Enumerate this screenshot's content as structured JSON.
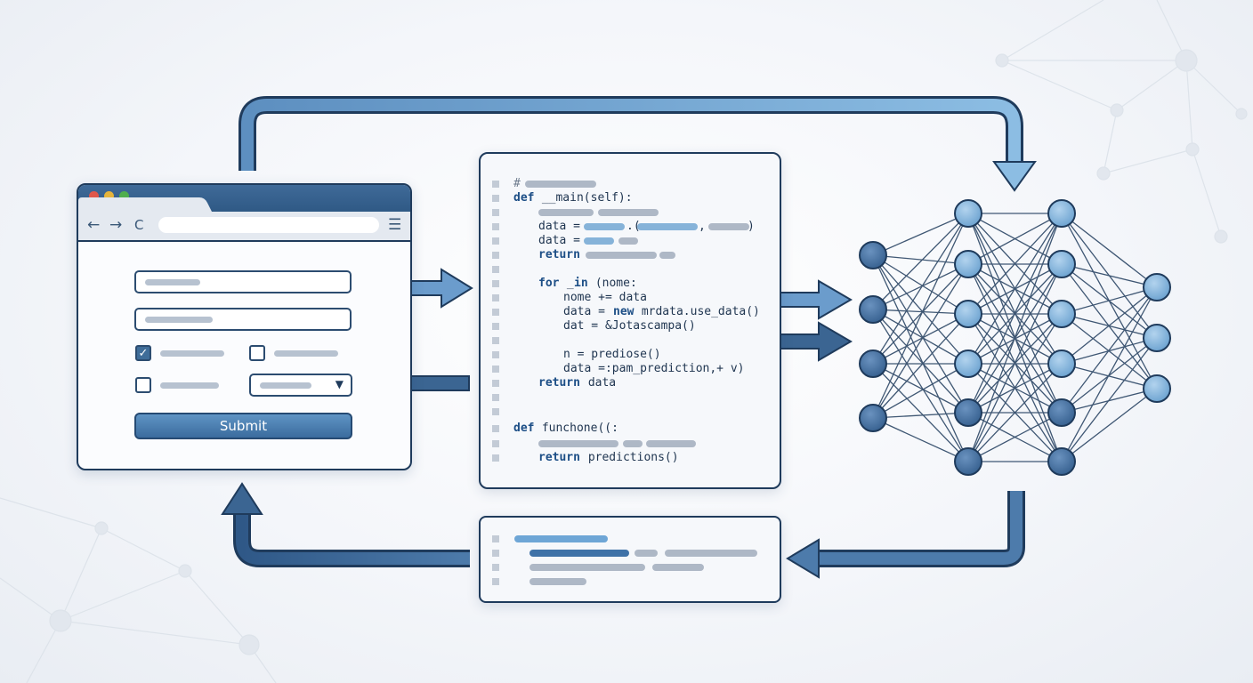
{
  "browser": {
    "nav_icons": [
      "arrow-left-icon",
      "arrow-right-icon",
      "refresh-icon",
      "menu-icon"
    ],
    "back_glyph": "←",
    "forward_glyph": "→",
    "refresh_glyph": "C",
    "menu_glyph": "☰",
    "checkbox_mark": "✓",
    "select_arrow": "▼",
    "submit_label": "Submit"
  },
  "code": {
    "lines": {
      "l0": "#",
      "l1a": "def",
      "l1b": " __main(self):",
      "l3": "data =",
      "l3b": ".(",
      "l3c": ",",
      "l3d": ")",
      "l4": "data =",
      "l5": "return",
      "l7a": "for",
      "l7b": " _ ",
      "l7c": "in",
      "l7d": " (nome:",
      "l8": "nome += data",
      "l9a": "data = ",
      "l9b": "new",
      "l9c": " mrdata.use_data()",
      "l10": "dat = &Jotascampa()",
      "l12": "n = prediose()",
      "l13": "data =:pam_prediction,+ v)",
      "l14a": "return",
      "l14b": " data",
      "l17a": "def",
      "l17b": " funchone((:",
      "l19a": "return",
      "l19b": " predictions()"
    }
  },
  "colors": {
    "dark_blue": "#1f3b5c",
    "arrow_light": "#6b9ccc",
    "arrow_dark": "#3b6592",
    "node_dark": "#3e6896",
    "node_light": "#7fb0d8"
  }
}
